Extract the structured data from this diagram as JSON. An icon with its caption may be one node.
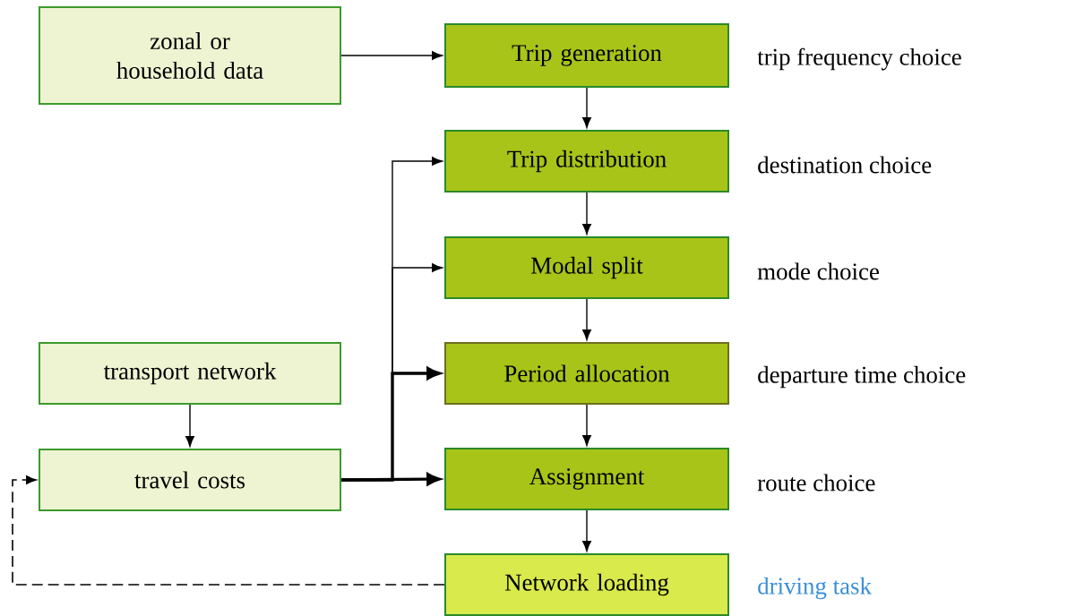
{
  "diagram": {
    "nodes": [
      {
        "text": [
          "zonal or household data"
        ]
      },
      {
        "text": [
          "Trip generation"
        ],
        "beside": [
          "trip frequency choice"
        ]
      },
      {
        "text": [
          "Trip distribution"
        ],
        "beside": [
          "destination choice"
        ]
      },
      {
        "text": [
          "Modal split"
        ],
        "beside": [
          "mode choice"
        ]
      },
      {
        "text": [
          "Period allocation"
        ],
        "beside": [
          "departure time choice"
        ]
      },
      {
        "text": [
          "Assignment"
        ],
        "beside": [
          "route choice"
        ]
      },
      {
        "text": [
          "Network loading"
        ],
        "beside": [
          "driving task"
        ]
      },
      {
        "text": [
          "transport network"
        ]
      },
      {
        "text": [
          "travel costs"
        ]
      }
    ],
    "edges": [
      {
        "from": 0,
        "to": 1,
        "arrow": "to"
      },
      {
        "from": 1,
        "to": 2,
        "arrow": "to"
      },
      {
        "from": 2,
        "to": 3,
        "arrow": "to"
      },
      {
        "from": 3,
        "to": 4,
        "arrow": "to"
      },
      {
        "from": 4,
        "to": 5,
        "arrow": "to"
      },
      {
        "from": 5,
        "to": 6,
        "arrow": "to"
      },
      {
        "from": 7,
        "to": 8,
        "arrow": "to"
      },
      {
        "from": 8,
        "to": 2,
        "arrow": "to"
      },
      {
        "from": 8,
        "to": 3,
        "arrow": "to"
      },
      {
        "from": 8,
        "to": 4,
        "arrow": "to",
        "style": "thick"
      },
      {
        "from": 8,
        "to": 5,
        "arrow": "to",
        "style": "thick"
      },
      {
        "from": 6,
        "to": 8,
        "arrow": "to",
        "style": "dashed"
      }
    ]
  }
}
